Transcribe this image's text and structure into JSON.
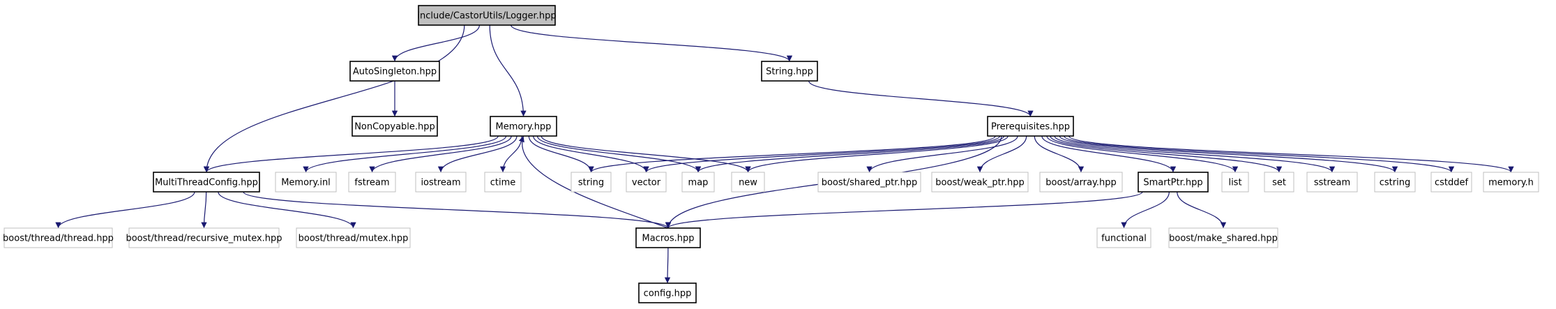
{
  "graph": {
    "nodes": [
      {
        "id": "logger",
        "label": "include/CastorUtils/Logger.hpp",
        "style": "root"
      },
      {
        "id": "autosingleton",
        "label": "AutoSingleton.hpp",
        "style": "file"
      },
      {
        "id": "noncopyable",
        "label": "NonCopyable.hpp",
        "style": "file"
      },
      {
        "id": "stringhpp",
        "label": "String.hpp",
        "style": "file"
      },
      {
        "id": "memoryhpp",
        "label": "Memory.hpp",
        "style": "file"
      },
      {
        "id": "prerequisites",
        "label": "Prerequisites.hpp",
        "style": "file"
      },
      {
        "id": "multithread",
        "label": "MultiThreadConfig.hpp",
        "style": "file"
      },
      {
        "id": "memoryinl",
        "label": "Memory.inl",
        "style": "external"
      },
      {
        "id": "fstream",
        "label": "fstream",
        "style": "external"
      },
      {
        "id": "iostream",
        "label": "iostream",
        "style": "external"
      },
      {
        "id": "ctime",
        "label": "ctime",
        "style": "external"
      },
      {
        "id": "string",
        "label": "string",
        "style": "external"
      },
      {
        "id": "vector",
        "label": "vector",
        "style": "external"
      },
      {
        "id": "map",
        "label": "map",
        "style": "external"
      },
      {
        "id": "new",
        "label": "new",
        "style": "external"
      },
      {
        "id": "shared_ptr",
        "label": "boost/shared_ptr.hpp",
        "style": "external"
      },
      {
        "id": "weak_ptr",
        "label": "boost/weak_ptr.hpp",
        "style": "external"
      },
      {
        "id": "array",
        "label": "boost/array.hpp",
        "style": "external"
      },
      {
        "id": "smartptr",
        "label": "SmartPtr.hpp",
        "style": "file"
      },
      {
        "id": "list",
        "label": "list",
        "style": "external"
      },
      {
        "id": "set",
        "label": "set",
        "style": "external"
      },
      {
        "id": "sstream",
        "label": "sstream",
        "style": "external"
      },
      {
        "id": "cstring",
        "label": "cstring",
        "style": "external"
      },
      {
        "id": "cstddef",
        "label": "cstddef",
        "style": "external"
      },
      {
        "id": "memoryh",
        "label": "memory.h",
        "style": "external"
      },
      {
        "id": "thread",
        "label": "boost/thread/thread.hpp",
        "style": "external"
      },
      {
        "id": "recursive_mutex",
        "label": "boost/thread/recursive_mutex.hpp",
        "style": "external"
      },
      {
        "id": "mutex",
        "label": "boost/thread/mutex.hpp",
        "style": "external"
      },
      {
        "id": "macros",
        "label": "Macros.hpp",
        "style": "file"
      },
      {
        "id": "functional",
        "label": "functional",
        "style": "external"
      },
      {
        "id": "make_shared",
        "label": "boost/make_shared.hpp",
        "style": "external"
      },
      {
        "id": "config",
        "label": "config.hpp",
        "style": "file"
      }
    ],
    "edges": [
      [
        "logger",
        "autosingleton"
      ],
      [
        "logger",
        "multithread"
      ],
      [
        "logger",
        "memoryhpp"
      ],
      [
        "logger",
        "stringhpp"
      ],
      [
        "autosingleton",
        "noncopyable"
      ],
      [
        "stringhpp",
        "prerequisites"
      ],
      [
        "memoryhpp",
        "multithread"
      ],
      [
        "memoryhpp",
        "memoryinl"
      ],
      [
        "memoryhpp",
        "fstream"
      ],
      [
        "memoryhpp",
        "iostream"
      ],
      [
        "memoryhpp",
        "ctime"
      ],
      [
        "memoryhpp",
        "string"
      ],
      [
        "memoryhpp",
        "vector"
      ],
      [
        "memoryhpp",
        "map"
      ],
      [
        "memoryhpp",
        "new"
      ],
      [
        "prerequisites",
        "string"
      ],
      [
        "prerequisites",
        "vector"
      ],
      [
        "prerequisites",
        "map"
      ],
      [
        "prerequisites",
        "new"
      ],
      [
        "prerequisites",
        "macros"
      ],
      [
        "prerequisites",
        "shared_ptr"
      ],
      [
        "prerequisites",
        "weak_ptr"
      ],
      [
        "prerequisites",
        "array"
      ],
      [
        "prerequisites",
        "smartptr"
      ],
      [
        "prerequisites",
        "list"
      ],
      [
        "prerequisites",
        "set"
      ],
      [
        "prerequisites",
        "sstream"
      ],
      [
        "prerequisites",
        "cstring"
      ],
      [
        "prerequisites",
        "cstddef"
      ],
      [
        "prerequisites",
        "memoryh"
      ],
      [
        "multithread",
        "thread"
      ],
      [
        "multithread",
        "recursive_mutex"
      ],
      [
        "multithread",
        "mutex"
      ],
      [
        "multithread",
        "macros"
      ],
      [
        "macros",
        "memoryhpp"
      ],
      [
        "macros",
        "config"
      ],
      [
        "smartptr",
        "macros"
      ],
      [
        "smartptr",
        "functional"
      ],
      [
        "smartptr",
        "make_shared"
      ]
    ]
  },
  "colors": {
    "edge": "#191970",
    "root_fill": "#bfbfbf",
    "root_border": "#000000",
    "file_fill": "#ffffff",
    "file_border": "#000000",
    "external_border": "#bfbfbf"
  }
}
